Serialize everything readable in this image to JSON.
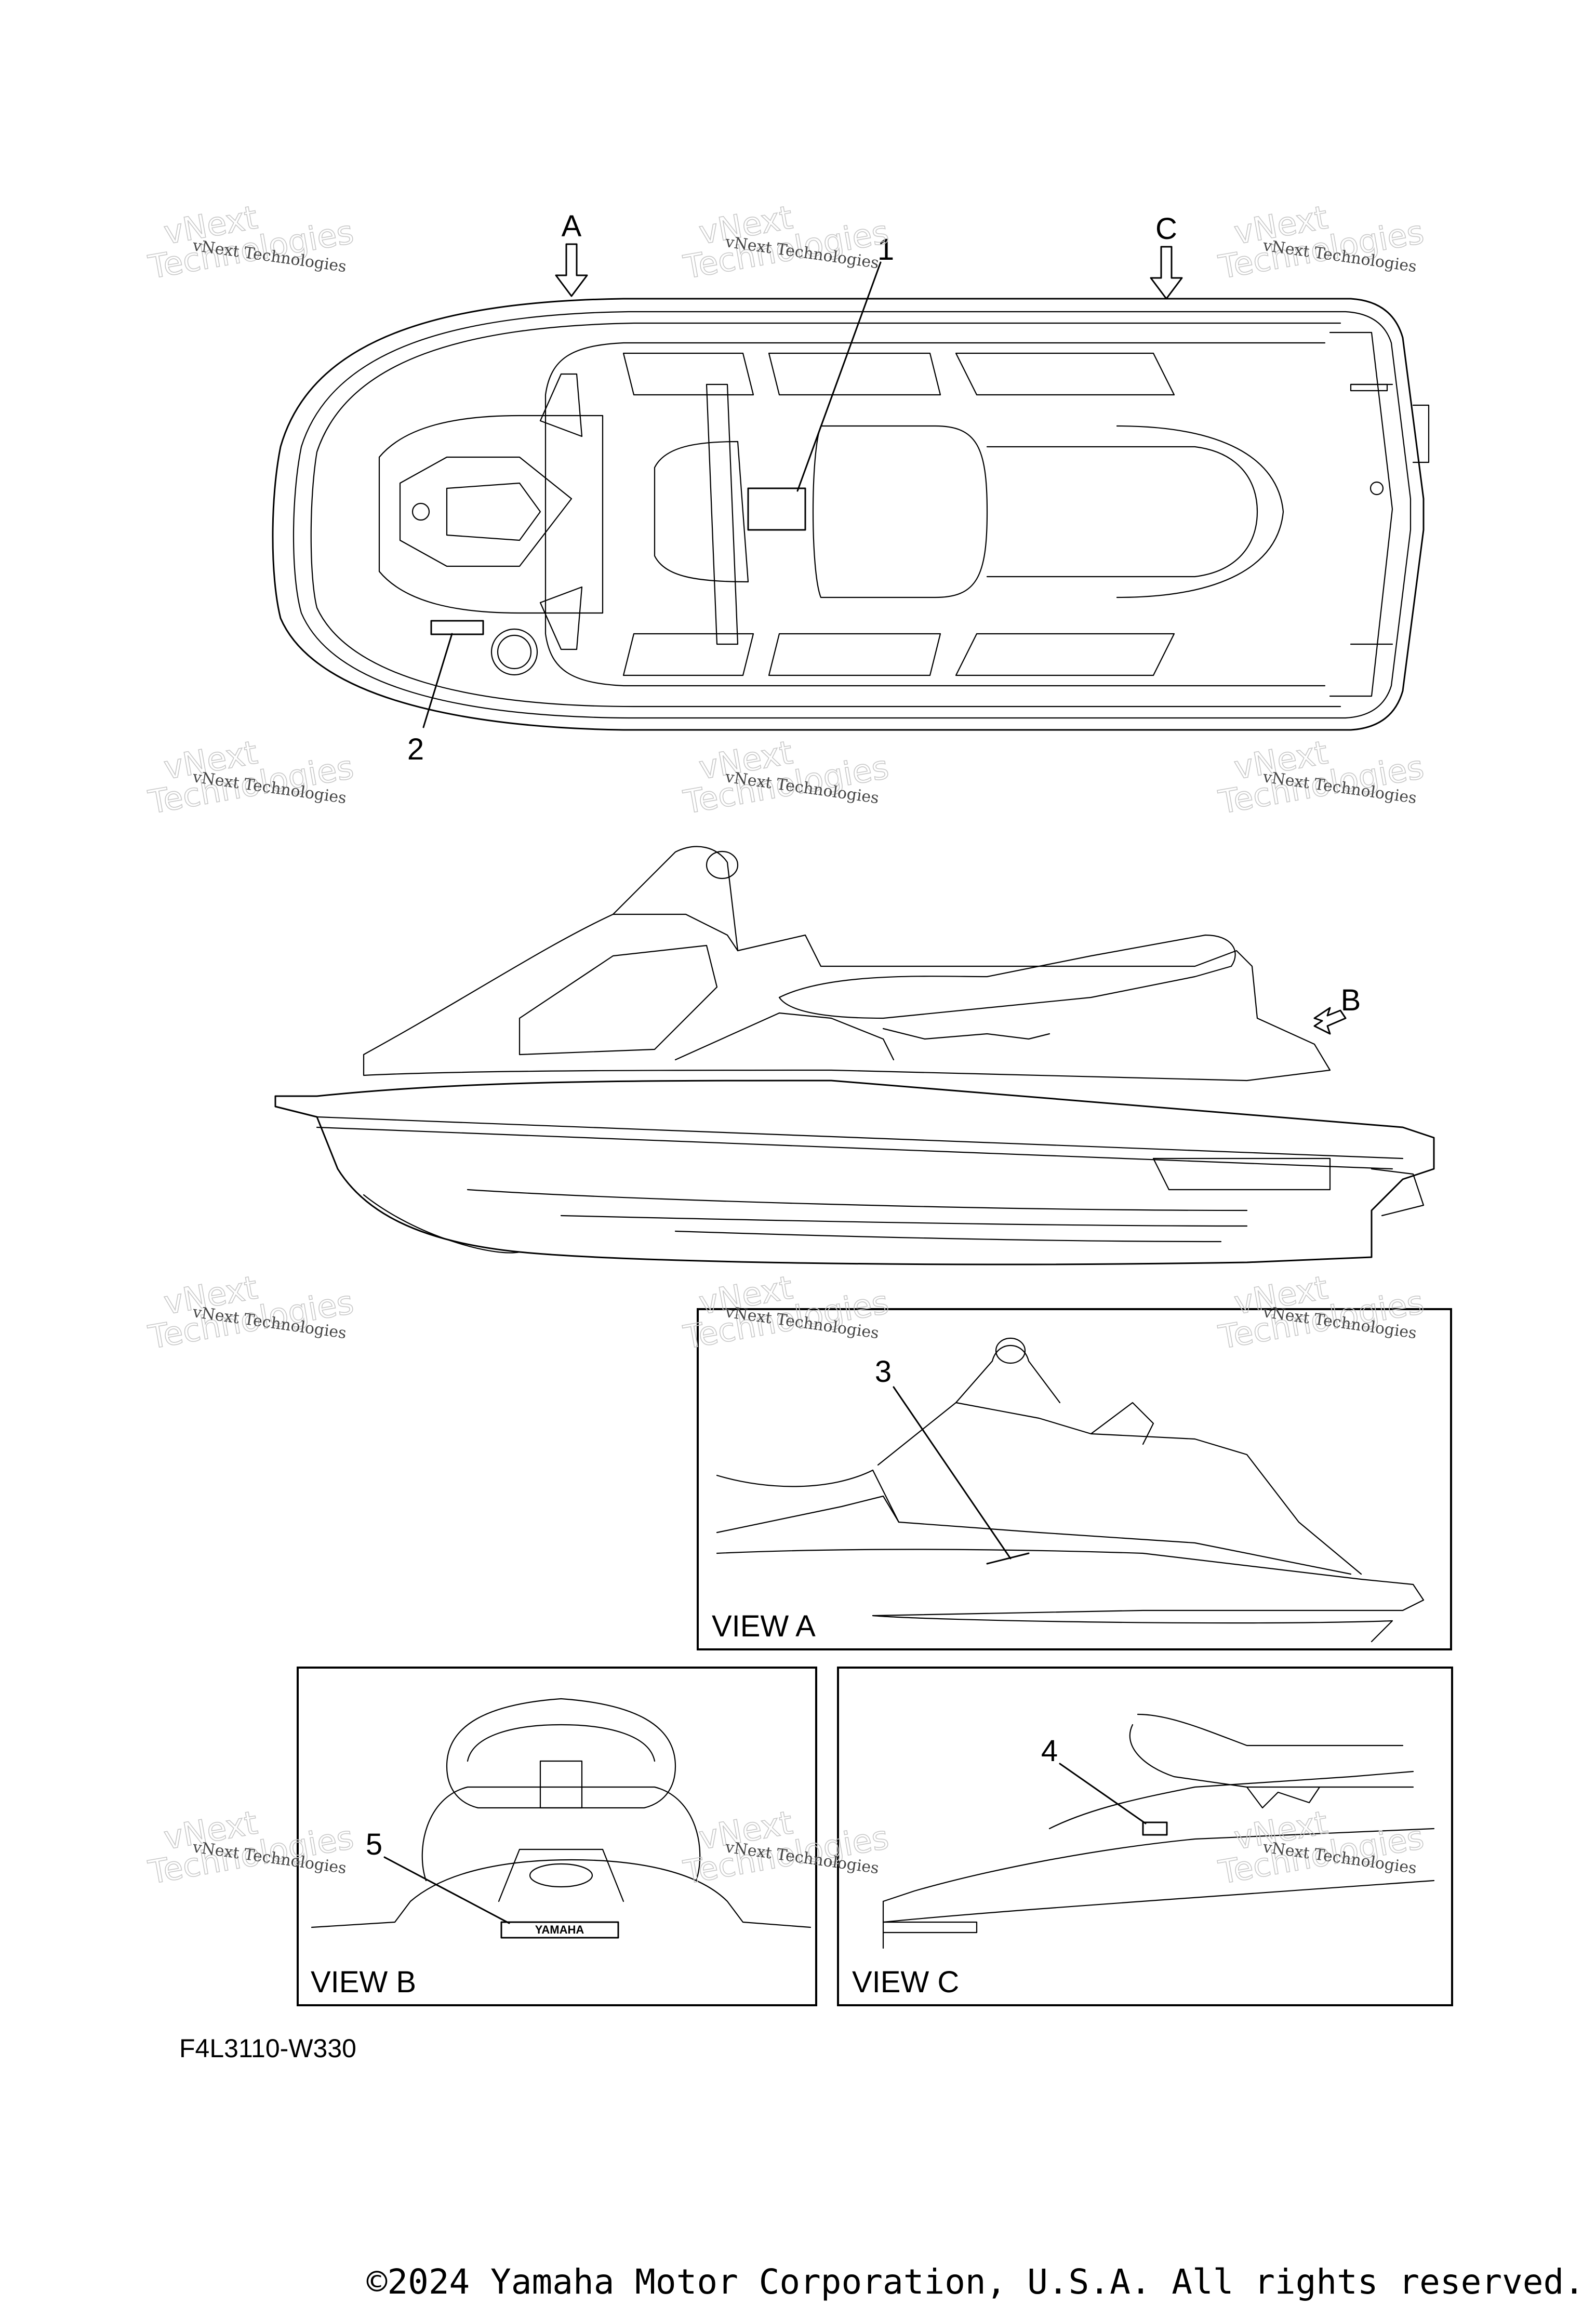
{
  "view_arrows": {
    "a": "A",
    "b": "B",
    "c": "C"
  },
  "callouts": {
    "c1": "1",
    "c2": "2",
    "c3": "3",
    "c4": "4",
    "c5": "5"
  },
  "views": {
    "a": "VIEW A",
    "b": "VIEW B",
    "c": "VIEW C"
  },
  "brand_plate": "YAMAHA",
  "part_number": "F4L3110-W330",
  "copyright": "©2024 Yamaha Motor Corporation, U.S.A. All rights reserved.",
  "watermark": {
    "line1": "vNext Technologies",
    "line2": "Technologies",
    "line3": "vNext"
  }
}
